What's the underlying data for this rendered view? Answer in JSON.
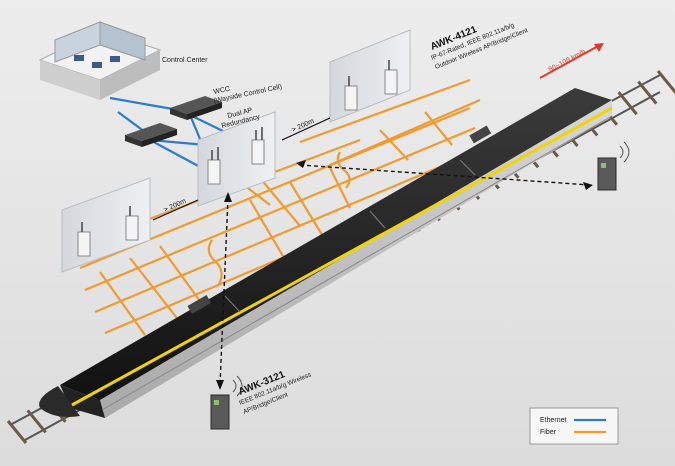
{
  "labels": {
    "control_center": "Control Center",
    "wcc_title": "WCC",
    "wcc_sub": "(Wayside Control Cell)",
    "dual_ap_1": "Dual AP",
    "dual_ap_2": "Redundancy",
    "distance_1": "> 200m",
    "distance_2": "> 200m",
    "awk4121_title": "AWK-4121",
    "awk4121_line1": "IP-67-Rated, IEEE 802.11a/b/g",
    "awk4121_line2": "Outdoor Wireless AP/Bridge/Client",
    "speed": "80~100 km/h",
    "awk3121_title": "AWK-3121",
    "awk3121_line1": "IEEE 802.11a/b/g Wireless",
    "awk3121_line2": "AP/Bridge/Client"
  },
  "legend": {
    "ethernet_label": "Ethernet",
    "fiber_label": "Fiber",
    "ethernet_color": "#2a7bd4",
    "fiber_color": "#f29a2e"
  },
  "colors": {
    "background": "#e9e9e9",
    "train_body": "#1c1c1c",
    "train_stripe": "#f2d500",
    "speed_arrow": "#e23a2a"
  }
}
